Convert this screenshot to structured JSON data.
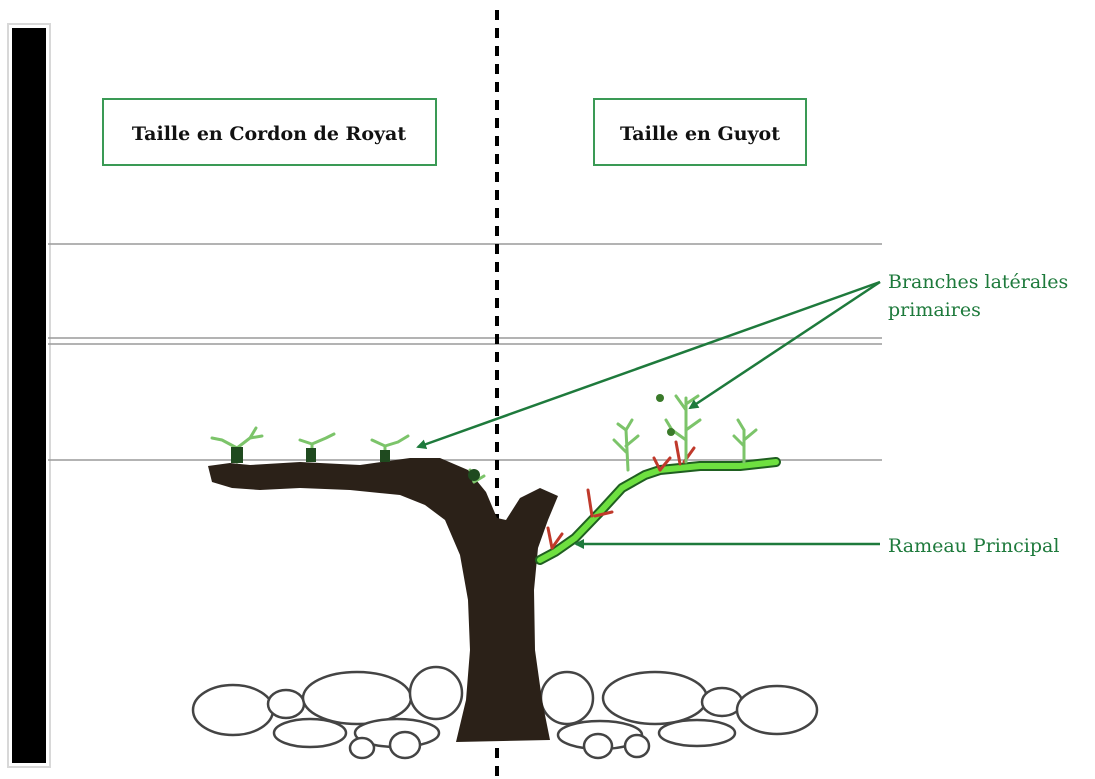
{
  "titles": {
    "left": "Taille en Cordon de Royat",
    "right": "Taille en Guyot"
  },
  "annotations": {
    "branches_line1": "Branches latérales",
    "branches_line2": "primaires",
    "rameau": "Rameau Principal"
  },
  "colors": {
    "accent_green": "#1e7a3c",
    "trunk": "#2b2118",
    "cane": "#6ee040",
    "shoot": "#7cc46a",
    "bud_red": "#c0392b",
    "wire": "#9a9a9a"
  }
}
